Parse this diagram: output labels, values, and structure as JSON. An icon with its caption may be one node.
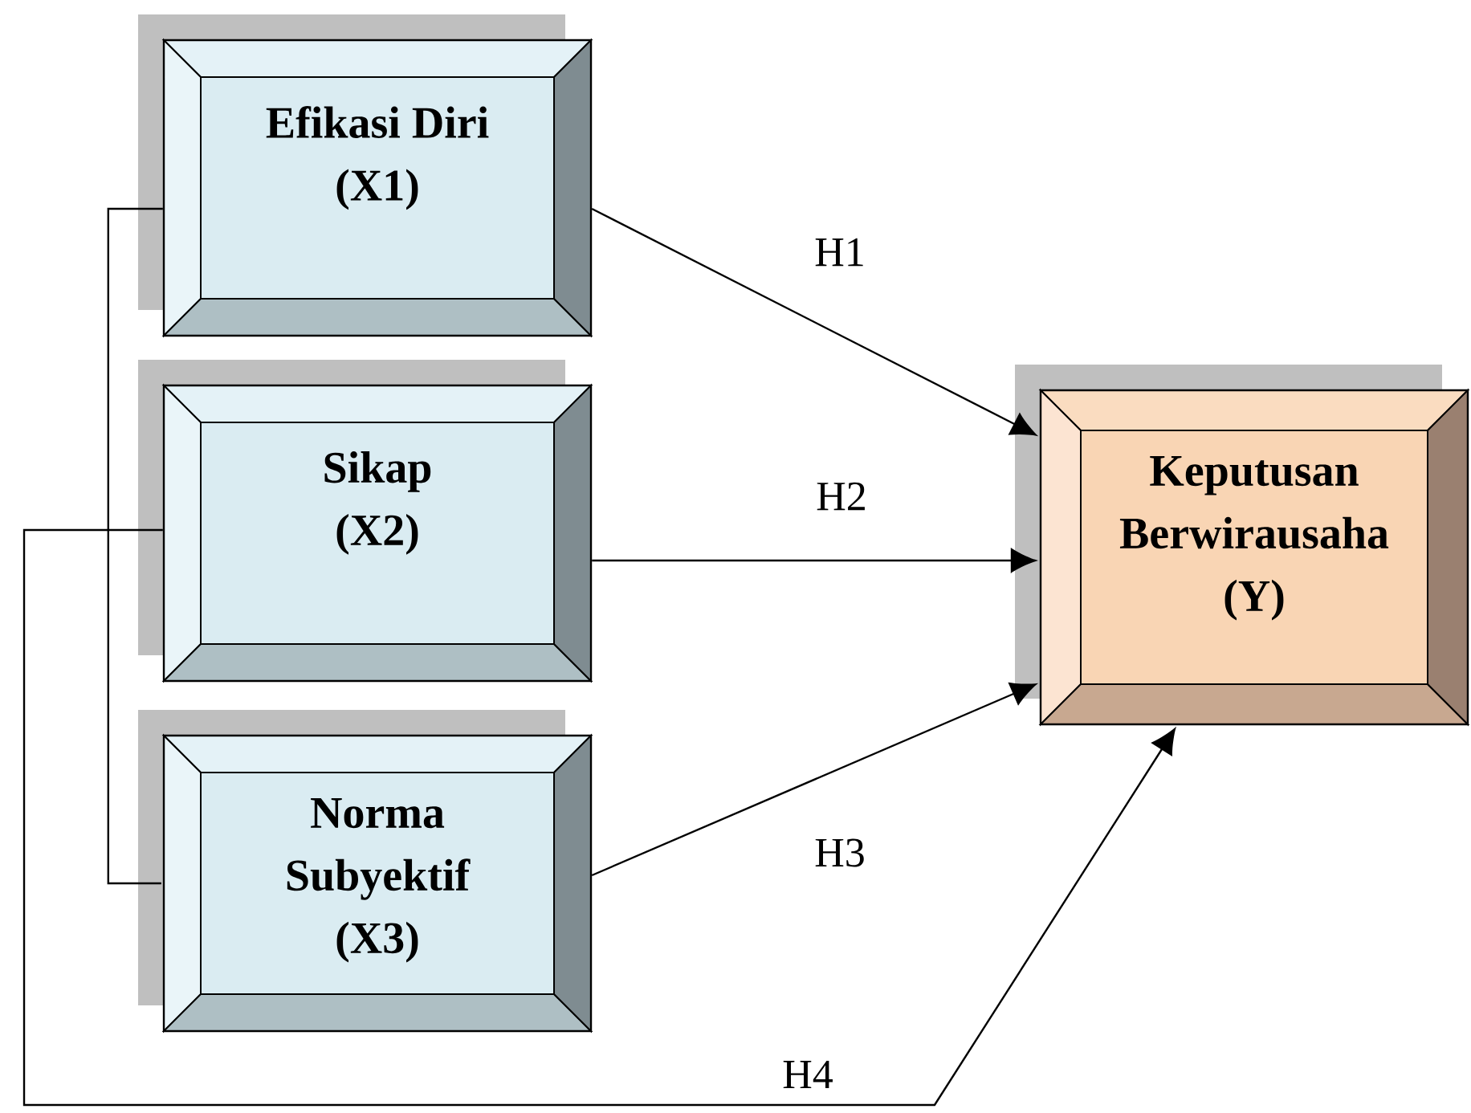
{
  "diagram": {
    "nodes": [
      {
        "text": [
          "Efikasi Diri",
          "(X1)"
        ]
      },
      {
        "text": [
          "Sikap",
          "(X2)"
        ]
      },
      {
        "text": [
          "Norma Subyektif",
          "(X3)"
        ]
      },
      {
        "text": [
          "Keputusan Berwirausaha",
          "(Y)"
        ]
      }
    ],
    "edges": [
      {
        "from": 0,
        "to": 3,
        "arrow": "to",
        "label": "H1"
      },
      {
        "from": 1,
        "to": 3,
        "arrow": "to",
        "label": "H2"
      },
      {
        "from": 2,
        "to": 3,
        "arrow": "to",
        "label": "H3"
      },
      {
        "from": 1,
        "to": 3,
        "arrow": "to",
        "label": "H4"
      },
      {
        "from": 0,
        "to": 2,
        "arrow": "none"
      }
    ]
  }
}
